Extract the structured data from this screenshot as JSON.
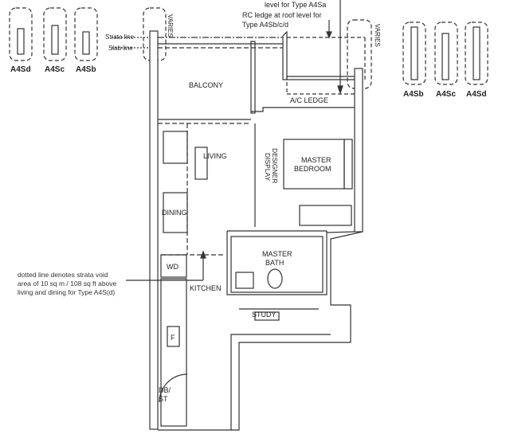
{
  "variants_left": [
    "A4Sd",
    "A4Sc",
    "A4Sb"
  ],
  "variants_right": [
    "A4Sb",
    "A4Sc",
    "A4Sd"
  ],
  "annotations": {
    "strata_line": "Strata line",
    "slab_line": "Slab line",
    "varies": "VARIES",
    "top_note": "level for Type A4Sa",
    "rc_ledge": "RC ledge at roof level for",
    "rc_ledge_2": "Type A4Sb/c/d",
    "void_note": [
      "dotted line denotes strata void",
      "area of 10 sq m / 108 sq ft above",
      "living and dining for Type A4S(d)"
    ]
  },
  "rooms": {
    "balcony": "BALCONY",
    "ac_ledge": "A/C LEDGE",
    "living": "LIVING",
    "designer_display_1": "DESIGNER",
    "designer_display_2": "DISPLAY",
    "master_bedroom_1": "MASTER",
    "master_bedroom_2": "BEDROOM",
    "dining": "DINING",
    "wd": "WD",
    "master_bath_1": "MASTER",
    "master_bath_2": "BATH",
    "kitchen": "KITCHEN",
    "study": "STUDY",
    "fridge": "F",
    "db_1": "DB/",
    "db_2": "ST"
  }
}
